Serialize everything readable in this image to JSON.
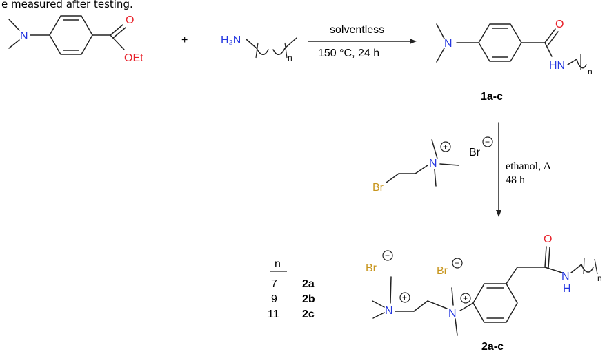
{
  "caption_fragment": "e measured after testing.",
  "colors": {
    "oxygen": "#e8212a",
    "nitrogen": "#2437e0",
    "bromine": "#c8961e",
    "bond": "#222222"
  },
  "reactant1": {
    "n_label": "N",
    "o_label": "O",
    "oet_label": "OEt"
  },
  "plus_sign": "+",
  "reactant2": {
    "h2n_label": "H₂N",
    "n_sub": "n"
  },
  "step1": {
    "above": "solventless",
    "below": "150 °C, 24 h"
  },
  "product1": {
    "n_label": "N",
    "o_label": "O",
    "hn_label": "HN",
    "n_sub": "n",
    "compound_label": "1a-c"
  },
  "step2": {
    "conditions_line1": "ethanol, Δ",
    "conditions_line2": "48 h",
    "reagent": {
      "br_label": "Br",
      "n_label": "N",
      "counter_ion": "Br",
      "plus": "+",
      "minus": "−"
    }
  },
  "product2": {
    "br1": "Br",
    "br2": "Br",
    "n1": "N",
    "n2": "N",
    "o_label": "O",
    "nh_n": "N",
    "nh_h": "H",
    "n_sub": "n",
    "plus": "+",
    "minus": "−",
    "compound_label": "2a-c"
  },
  "table": {
    "header": "n",
    "rows": [
      {
        "n": "7",
        "compound": "2a"
      },
      {
        "n": "9",
        "compound": "2b"
      },
      {
        "n": "11",
        "compound": "2c"
      }
    ]
  }
}
